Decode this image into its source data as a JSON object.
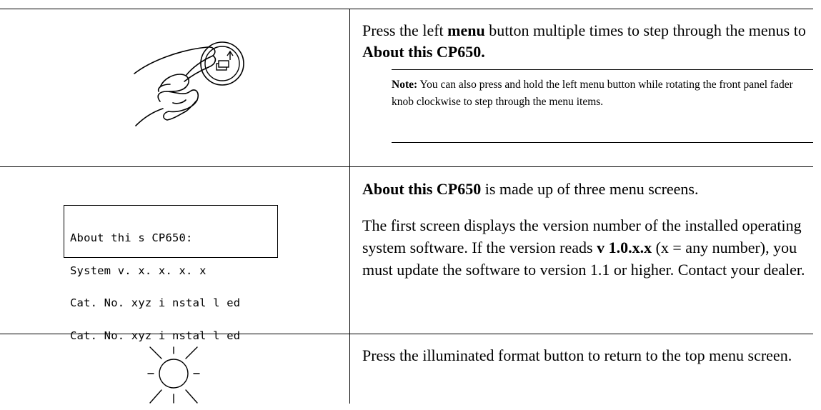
{
  "rows": [
    {
      "instruction": {
        "pre": "Press the left ",
        "bold1": "menu",
        "mid": " button multiple times to step through the menus to ",
        "bold2": "About this CP650."
      },
      "note": {
        "label": "Note:",
        "text": " You can also press and hold the left menu button while rotating the front panel fader knob clockwise to step through the menu items."
      },
      "illustration_icon": "finger-pressing-menu-button"
    },
    {
      "lcd_lines": [
        "About thi s CP650:",
        "System v. x. x. x. x",
        "Cat. No. xyz i nstal l ed",
        "Cat. No. xyz i nstal l ed"
      ],
      "para1": {
        "bold": "About this CP650",
        "rest": " is made up of three menu screens."
      },
      "para2": {
        "pre": "The first screen displays the version number of the installed operating system software. If the version reads ",
        "bold": "v 1.0.x.x",
        "post": " (x = any number), you must update the software to version 1.1 or higher. Contact your dealer."
      }
    },
    {
      "instruction": "Press the illuminated format button to return to the top menu screen.",
      "illustration_icon": "illuminated-button"
    }
  ]
}
